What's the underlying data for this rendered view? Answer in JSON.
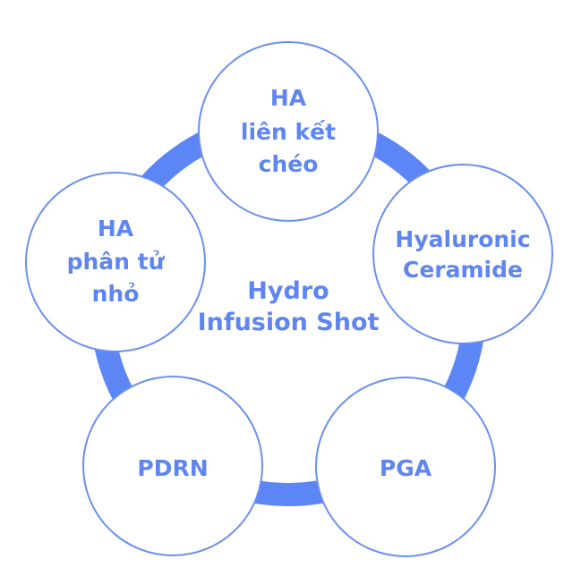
{
  "center": {
    "lines": [
      "Hydro",
      "Infusion Shot"
    ]
  },
  "nodes": [
    {
      "id": "top",
      "lines": [
        "HA",
        "liên kết",
        "chéo"
      ]
    },
    {
      "id": "right",
      "lines": [
        "Hyaluronic",
        "Ceramide"
      ]
    },
    {
      "id": "bottom-right",
      "lines": [
        "PGA"
      ]
    },
    {
      "id": "bottom-left",
      "lines": [
        "PDRN"
      ]
    },
    {
      "id": "left",
      "lines": [
        "HA",
        "phân tử",
        "nhỏ"
      ]
    }
  ],
  "colors": {
    "ring": "#5c85f5",
    "circle_outline": "#6a8ef2",
    "text": "#5f86f0",
    "background": "#ffffff"
  }
}
